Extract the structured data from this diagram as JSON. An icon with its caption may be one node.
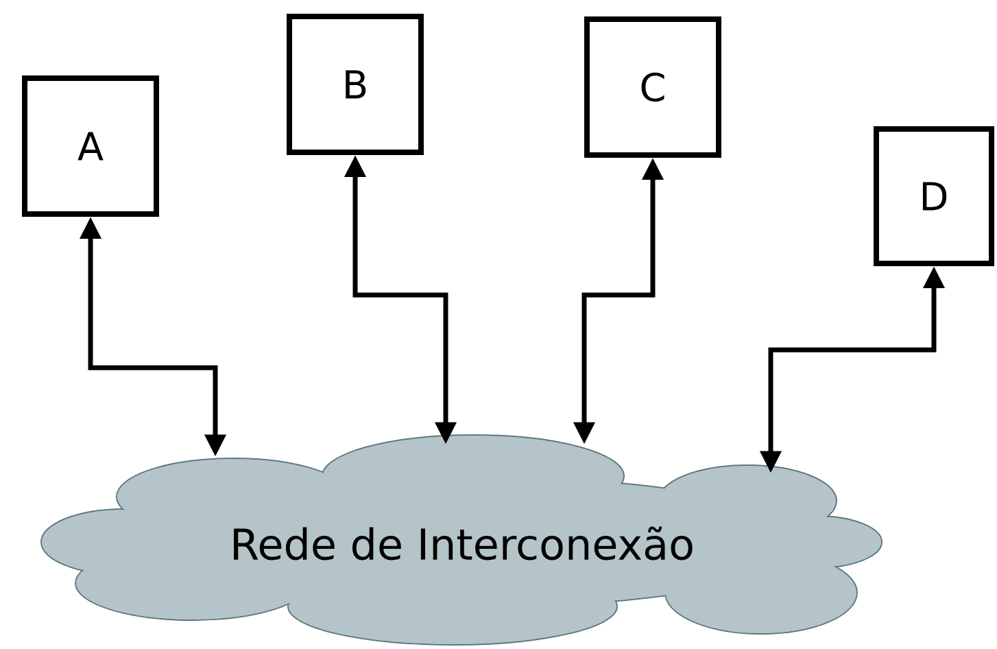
{
  "diagram": {
    "nodes": [
      {
        "text": [
          "A"
        ]
      },
      {
        "text": [
          "B"
        ]
      },
      {
        "text": [
          "C"
        ]
      },
      {
        "text": [
          "D"
        ]
      },
      {
        "text": [
          "Rede de Interconexão"
        ]
      }
    ],
    "edges": [
      {
        "from": 0,
        "to": 4,
        "arrow": "both"
      },
      {
        "from": 1,
        "to": 4,
        "arrow": "both"
      },
      {
        "from": 2,
        "to": 4,
        "arrow": "both"
      },
      {
        "from": 3,
        "to": 4,
        "arrow": "both"
      }
    ]
  }
}
